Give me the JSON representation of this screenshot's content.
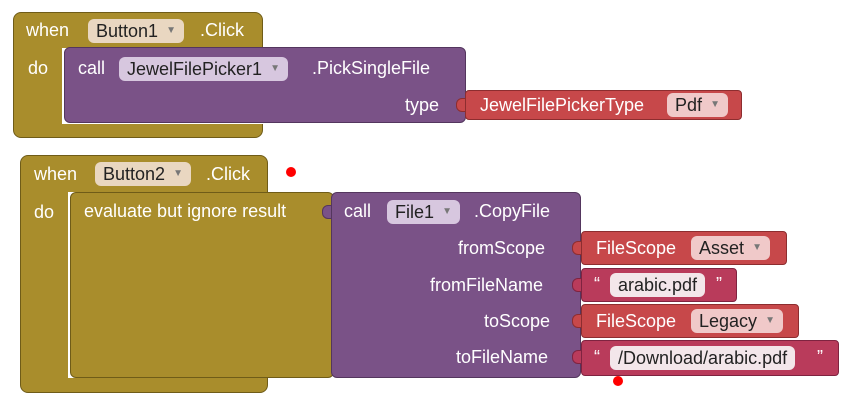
{
  "block1": {
    "when": "when",
    "component": "Button1",
    "event": ".Click",
    "do": "do",
    "call": "call",
    "target": "JewelFilePicker1",
    "method": ".PickSingleFile",
    "param_type_label": "type",
    "picker_type": "JewelFilePickerType",
    "picker_value": "Pdf"
  },
  "block2": {
    "when": "when",
    "component": "Button2",
    "event": ".Click",
    "do": "do",
    "evaluate": "evaluate but ignore result",
    "call": "call",
    "target": "File1",
    "method": ".CopyFile",
    "fromScope_label": "fromScope",
    "fromScope_type": "FileScope",
    "fromScope_value": "Asset",
    "fromFileName_label": "fromFileName",
    "fromFileName_value": "arabic.pdf",
    "toScope_label": "toScope",
    "toScope_type": "FileScope",
    "toScope_value": "Legacy",
    "toFileName_label": "toFileName",
    "toFileName_value": "/Download/arabic.pdf",
    "quote_open": "“",
    "quote_close": "”"
  },
  "colors": {
    "event": "#a98d2c",
    "procedure": "#7a5287",
    "helper": "#c7484a",
    "text": "#b93b5b",
    "marker": "#ff0000"
  }
}
